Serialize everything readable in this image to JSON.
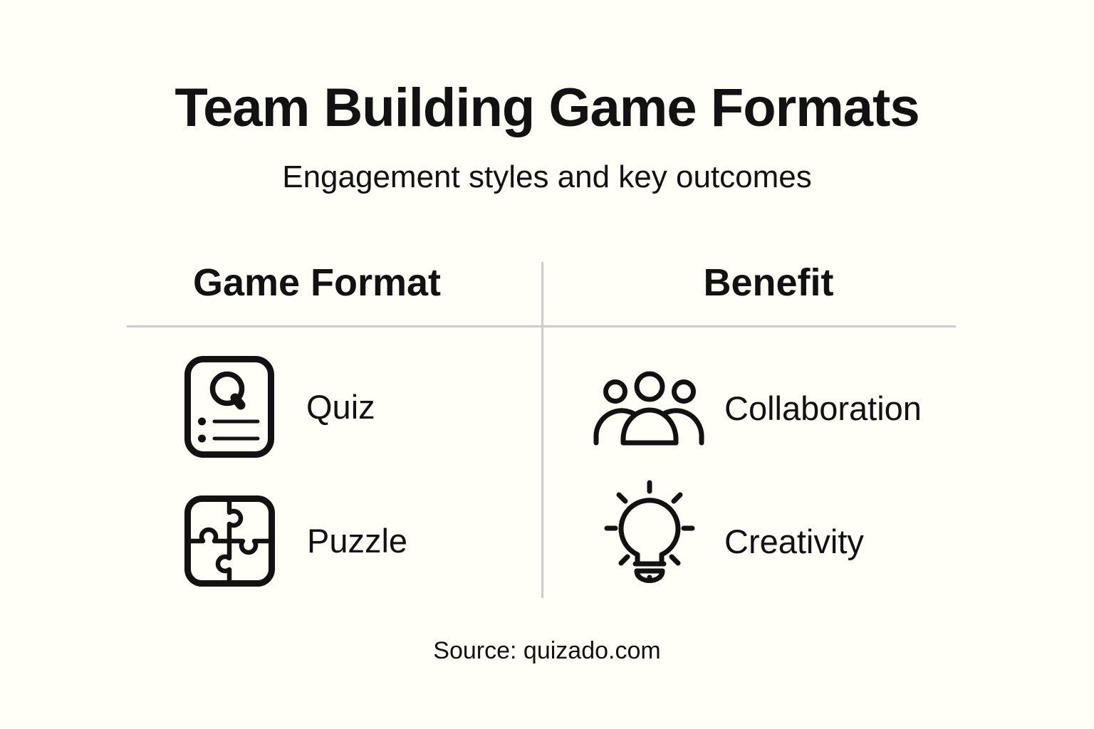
{
  "colors": {
    "background": "#fffef7",
    "ink": "#121212",
    "divider": "#cbcbcb"
  },
  "header": {
    "title": "Team Building Game Formats",
    "subtitle": "Engagement styles and key outcomes"
  },
  "table": {
    "columns": [
      {
        "header": "Game Format",
        "rows": [
          {
            "icon": "quiz-card-icon",
            "label": "Quiz"
          },
          {
            "icon": "puzzle-icon",
            "label": "Puzzle"
          }
        ]
      },
      {
        "header": "Benefit",
        "rows": [
          {
            "icon": "people-group-icon",
            "label": "Collaboration"
          },
          {
            "icon": "lightbulb-icon",
            "label": "Creativity"
          }
        ]
      }
    ]
  },
  "footer": {
    "source": "Source: quizado.com"
  }
}
